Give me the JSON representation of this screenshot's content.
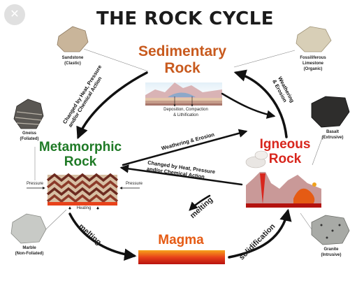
{
  "title": "THE ROCK CYCLE",
  "close_button": "✕",
  "stages": {
    "sedimentary": {
      "line1": "Sedimentary",
      "line2": "Rock"
    },
    "metamorphic": {
      "line1": "Metamorphic",
      "line2": "Rock"
    },
    "igneous": {
      "line1": "Igneous",
      "line2": "Rock"
    },
    "magma": {
      "line1": "Magma"
    }
  },
  "processes": {
    "heat_pressure_1": {
      "line1": "Changed by Heat, Pressure",
      "line2": "and/or Chemical Action"
    },
    "heat_pressure_2": {
      "line1": "Changed by Heat, Pressure",
      "line2": "and/or Chemical Action"
    },
    "weathering_1": {
      "line1": "Weathering",
      "line2": "& Erosion"
    },
    "weathering_2": "Weathering & Erosion",
    "melting_1": "melting",
    "melting_2": "melting",
    "solidification": "solidification"
  },
  "captions": {
    "deposition": {
      "line1": "Deposition, Compaction",
      "line2": "& Lithification"
    },
    "pressure_left": "Pressure",
    "pressure_right": "Pressure",
    "heating": "Heating"
  },
  "rock_samples": {
    "sandstone": {
      "line1": "Sandstone",
      "line2": "(Clastic)"
    },
    "limestone": {
      "line1": "Fossiliferous",
      "line2": "Limestone",
      "line3": "(Organic)"
    },
    "gneiss": {
      "line1": "Gneiss",
      "line2": "(Foliated)"
    },
    "basalt": {
      "line1": "Basalt",
      "line2": "(Extrusive)"
    },
    "marble": {
      "line1": "Marble",
      "line2": "(Non-Foliated)"
    },
    "granite": {
      "line1": "Granite",
      "line2": "(Intrusive)"
    }
  },
  "colors": {
    "sedimentary": "#c85a1e",
    "metamorphic": "#1f7a26",
    "igneous": "#d8261d",
    "magma": "#e55b14",
    "arrow": "#111111"
  }
}
